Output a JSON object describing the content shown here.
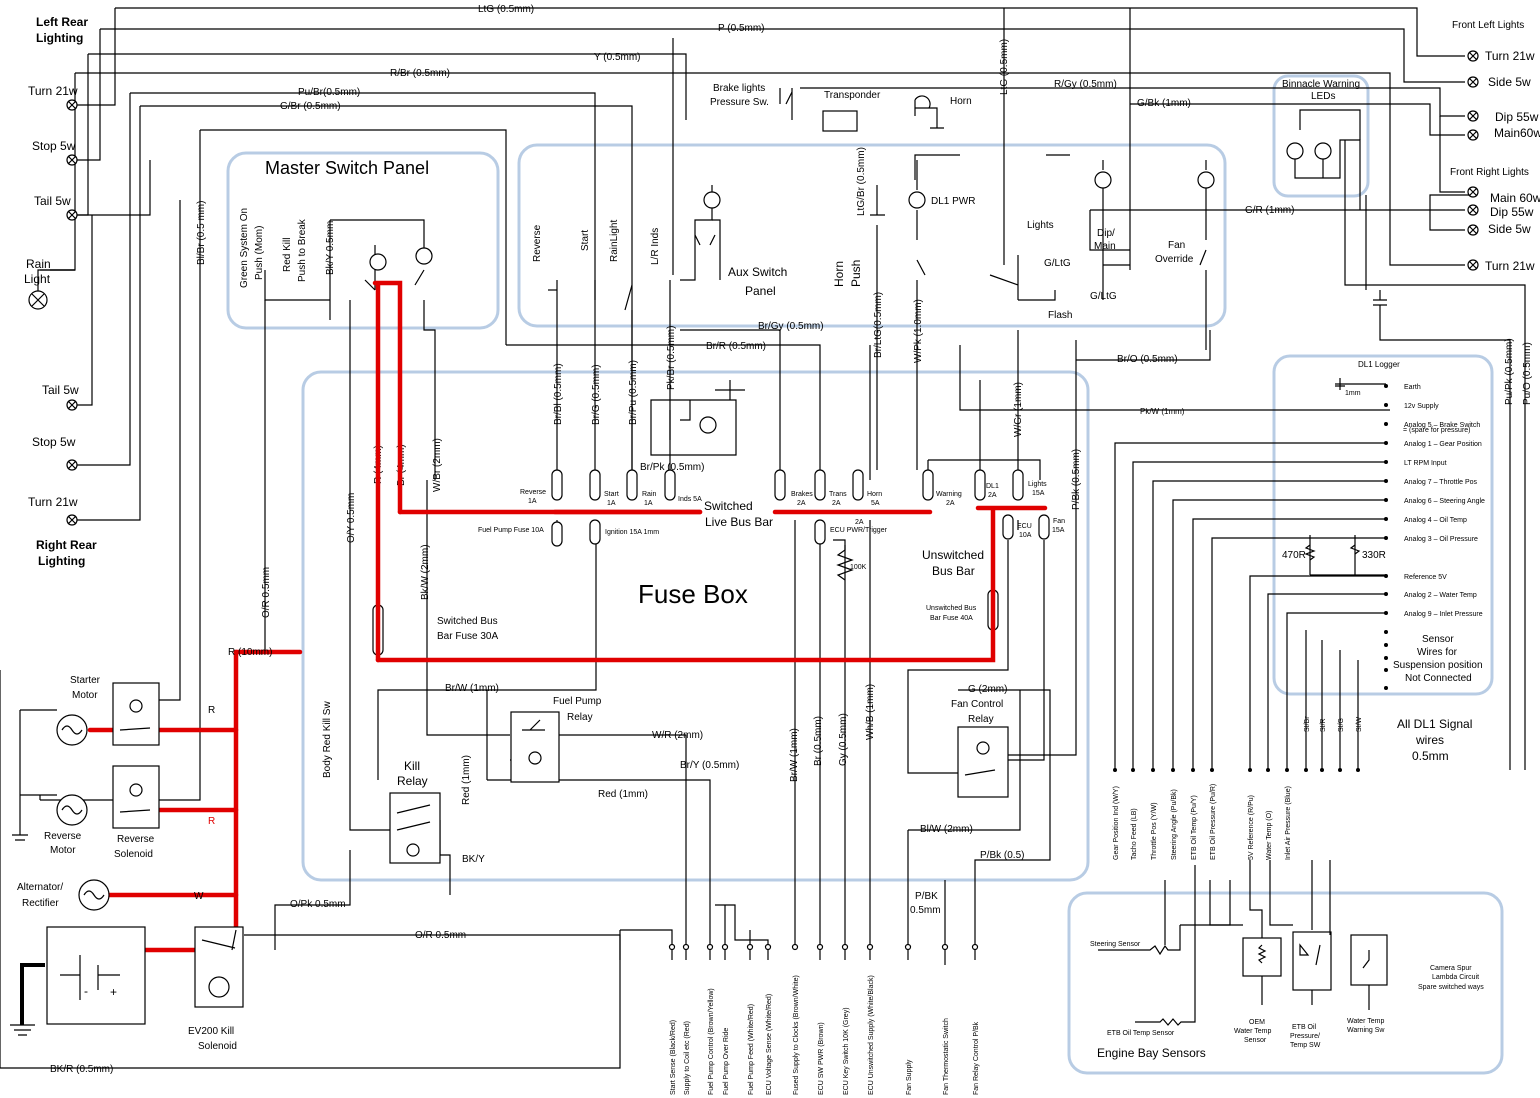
{
  "rear_left": {
    "heading1": "Left Rear",
    "heading2": "Lighting",
    "turn": "Turn 21w",
    "stop": "Stop 5w",
    "tail": "Tail 5w",
    "rain1": "Rain",
    "rain2": "Light"
  },
  "rear_right": {
    "tail": "Tail 5w",
    "stop": "Stop 5w",
    "turn": "Turn 21w",
    "heading1": "Right Rear",
    "heading2": "Lighting"
  },
  "front": {
    "left_title": "Front Left Lights",
    "turn_l": "Turn 21w",
    "side_l": "Side 5w",
    "dip_l": "Dip 55w",
    "main_l": "Main60w",
    "right_title": "Front Right Lights",
    "main_r": "Main 60w",
    "dip_r": "Dip 55w",
    "side_r": "Side 5w",
    "turn_r": "Turn 21w"
  },
  "top_wires": {
    "ltg": "LtG (0.5mm)",
    "p": "P (0.5mm)",
    "y": "Y (0.5mm)",
    "rbr": "R/Br (0.5mm)",
    "pubr": "Pu/Br(0.5mm)",
    "gbr": "G/Br (0.5mm)",
    "ltg_v": "LtG (0.5mm)",
    "rgy": "R/Gy (0.5mm)",
    "gbk": "G/Bk (1mm)",
    "gr": "G/R (1mm)",
    "brgy": "Br/Gy (0.5mm)",
    "brr": "Br/R (0.5mm)",
    "bro": "Br/O (0.5mm)",
    "pkw": "Pk/W (1mm)",
    "blbr": "Bl/Br (0.5 mm)",
    "pupk": "Pu/Pk (0.5mm)",
    "puo": "Pu/O (0.5mm)"
  },
  "master": {
    "title": "Master Switch Panel",
    "green1": "Green System On",
    "green2": "Push (Mom)",
    "red1": "Red Kill",
    "red2": "Push to Break",
    "bky": "Bk/Y 0.5mm"
  },
  "aux": {
    "reverse": "Reverse",
    "start": "Start",
    "rain": "RainLight",
    "lr": "L/R Inds",
    "title1": "Aux Switch",
    "title2": "Panel",
    "horn_push1": "Horn",
    "horn_push2": "Push",
    "dl1pwr": "DL1 PWR",
    "lights": "Lights",
    "dip": "Dip/",
    "main": "Main",
    "fan1": "Fan",
    "fan2": "Override",
    "gltg1": "G/LtG",
    "gltg2": "G/LtG",
    "flash": "Flash",
    "ltgbr": "LtG/Br (0.5mm)"
  },
  "top_misc": {
    "brake1": "Brake lights",
    "brake2": "Pressure Sw.",
    "transponder": "Transponder",
    "horn": "Horn",
    "binnacle1": "Binnacle Warning",
    "binnacle2": "LEDs"
  },
  "fusebox": {
    "title": "Fuse Box",
    "switched1": "Switched",
    "switched2": "Live Bus Bar",
    "unswitched1": "Unswitched",
    "unswitched2": "Bus Bar",
    "sbf1": "Switched Bus",
    "sbf2": "Bar Fuse 30A",
    "ubf1": "Unswitched Bus",
    "ubf2": "Bar Fuse 40A",
    "fuelpump_fuse": "Fuel Pump Fuse 10A",
    "ignition": "Ignition 15A 1mm",
    "ecu_pwr": "ECU PWR/Trigger",
    "res100k": "100K",
    "brpk": "Br/Pk (0.5mm)"
  },
  "fuses": {
    "reverse1": "Reverse",
    "reverse2": "1A",
    "start1": "Start",
    "start2": "1A",
    "rain1": "Rain",
    "rain2": "1A",
    "inds": "Inds 5A",
    "brakes1": "Brakes",
    "brakes2": "2A",
    "trans1": "Trans",
    "trans2": "2A",
    "horn1": "Horn",
    "horn2": "5A",
    "ecu2a": "2A",
    "warning1": "Warning",
    "warning2": "2A",
    "dl11": "DL1",
    "dl12": "2A",
    "lights1": "Lights",
    "lights2": "15A",
    "ecu1": "ECU",
    "ecu2": "10A",
    "fan1": "Fan",
    "fan2": "15A"
  },
  "vwires": {
    "brbl": "Br/Bl (0.5mm)",
    "brg": "Br/G (0.5mm)",
    "brpu": "Br/Pu (0.5mm)",
    "pkbr": "Pk/Br (0.5mm)",
    "brltg": "Br/LtG(0.5mm)",
    "wpk": "W/Pk (1.0mm)",
    "wgr": "W/Gr (1mm)",
    "pbk": "P/Bk (0.5mm)",
    "r4": "R (4mm)",
    "br4": "Br (4mm)",
    "wbr": "W/Br (2mm)",
    "oy": "O/Y 0.5mm",
    "bkw": "Bk/W (2mm)",
    "or": "O/R 0.5mm",
    "brw1": "Br/W (1mm)",
    "br05": "Br (0.5mm)",
    "gy05": "Gy (0.5mm)",
    "whb": "Wh/B (1mm)",
    "red1": "Red (1mm)",
    "bodykill": "Body Red Kill Sw"
  },
  "lower": {
    "r10": "R (10mm)",
    "brw": "Br/W (1mm)",
    "fp_relay1": "Fuel Pump",
    "fp_relay2": "Relay",
    "wr": "W/R (2mm)",
    "bry": "Br/Y (0.5mm)",
    "redwire": "Red (1mm)",
    "kill1": "Kill",
    "kill2": "Relay",
    "bky": "BK/Y",
    "opk": "O/Pk 0.5mm",
    "or05": "O/R 0.5mm",
    "bkr": "BK/R (0.5mm)",
    "g2": "G (2mm)",
    "fan_relay1": "Fan Control",
    "fan_relay2": "Relay",
    "blw": "Bl/W (2mm)",
    "pbk05": "P/Bk (0.5)",
    "pbk1": "P/BK",
    "pbk2": "0.5mm"
  },
  "left_comp": {
    "starter1": "Starter",
    "starter2": "Motor",
    "r1": "R",
    "r2": "R",
    "w": "W",
    "rev_motor1": "Reverse",
    "rev_motor2": "Motor",
    "rev_sol1": "Reverse",
    "rev_sol2": "Solenoid",
    "alt1": "Alternator/",
    "alt2": "Rectifier",
    "ev1": "EV200 Kill",
    "ev2": "Solenoid",
    "minus": "-",
    "plus": "+"
  },
  "bottom_labels": [
    "Start Sense (Black/Red)",
    "Supply to Coil etc (Red)",
    "Fuel Pump Control (Brown/Yellow)",
    "Fuel Pump Over Ride",
    "Fuel Pump Feed (White/Red)",
    "ECU Voltage Sense (White/Red)",
    "Fused Supply to Clocks (Brown/White)",
    "ECU SW PWR (Brown)",
    "ECU Key Switch 10K (Grey)",
    "ECU Unswitched Supply (White/Black)",
    "Fan Supply",
    "Fan Thermostatic Switch",
    "Fan Relay Control P/Bk"
  ],
  "dl1": {
    "title": "DL1 Logger",
    "rows": [
      "Earth",
      "12v Supply",
      "Analog 5 – Brake Switch",
      "Analog 1 – Gear Position",
      "LT RPM Input",
      "Analog 7 – Throttle Pos",
      "Analog 6 – Steering Angle",
      "Analog 4 – Oil Temp",
      "Analog 3 – Oil Pressure",
      "Reference 5V",
      "Analog 2 – Water Temp",
      "Analog 9 – Inlet Pressure"
    ],
    "spare": "= (spare for pressure)",
    "mm1": "1mm",
    "r470": "470R",
    "r330": "330R",
    "sensor1": "Sensor",
    "sensor2": "Wires for",
    "sensor3": "Suspension position",
    "sensor4": "Not Connected",
    "all1": "All DL1 Signal",
    "all2": "wires",
    "all3": "0.5mm",
    "si": [
      "SI/Br",
      "SI/R",
      "SI/G",
      "SI/W"
    ]
  },
  "dl1_bottom": [
    "Gear Position Ind (W/Y)",
    "Tacho Feed (LB)",
    "Throttle Pos (Y/W)",
    "Steering Angle (Pu/Bk)",
    "ETB Oil Temp (Pu/Y)",
    "ETB Oil Pressure (Pu/R)",
    "5V Reference (R/Pu)",
    "Water Temp (O)",
    "Inlet Air Pressure (Blue)"
  ],
  "engine_bay": {
    "title": "Engine Bay Sensors",
    "steering": "Steering Sensor",
    "etb_temp": "ETB  Oil Temp Sensor",
    "oem1": "OEM",
    "oem2": "Water Temp",
    "oem3": "Sensor",
    "etb1": "ETB Oil",
    "etb2": "Pressure/",
    "etb3": "Temp SW",
    "wt1": "Water Temp",
    "wt2": "Warning Sw",
    "cam1": "Camera Spur",
    "cam2": "Lambda Circuit",
    "cam3": "Spare switched ways"
  }
}
